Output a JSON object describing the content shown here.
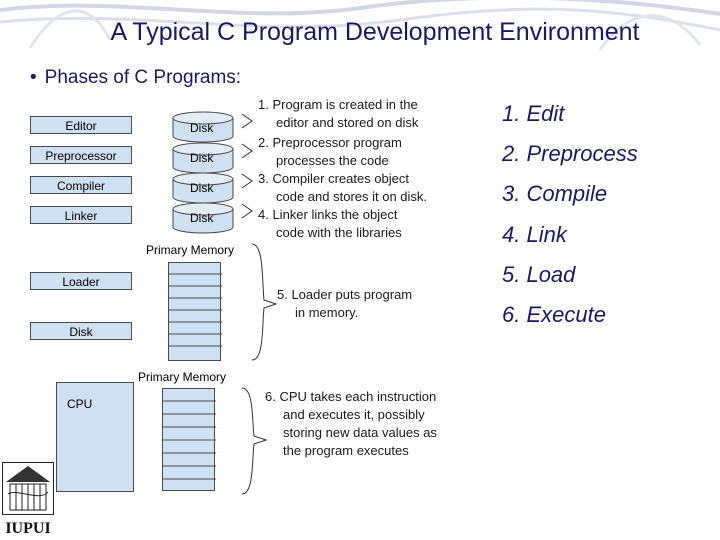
{
  "title": "A Typical C Program Development Environment",
  "subtitle": "Phases of C Programs:",
  "components": {
    "editor": "Editor",
    "preprocessor": "Preprocessor",
    "compiler": "Compiler",
    "linker": "Linker",
    "loader": "Loader",
    "disk": "Disk",
    "cpu": "CPU",
    "primary_memory": "Primary Memory"
  },
  "steps": {
    "edit": [
      "1. Program is created in the",
      "editor and stored on disk"
    ],
    "preprocess": [
      "2. Preprocessor program",
      "processes the code"
    ],
    "compile": [
      "3. Compiler creates object",
      "code and stores it on disk."
    ],
    "link": [
      "4. Linker links the object",
      "code with the libraries"
    ],
    "load": [
      "5. Loader puts program",
      "in memory."
    ],
    "execute": [
      "6. CPU takes each instruction",
      "and executes it, possibly",
      "storing new data values as",
      "the program executes"
    ]
  },
  "phases": [
    "1. Edit",
    "2. Preprocess",
    "3. Compile",
    "4. Link",
    "5. Load",
    "6. Execute"
  ],
  "logo": "IUPUI",
  "colors": {
    "box_fill": "#cfe0f3",
    "title": "#1a1a5e",
    "border": "#4a4a4a"
  }
}
